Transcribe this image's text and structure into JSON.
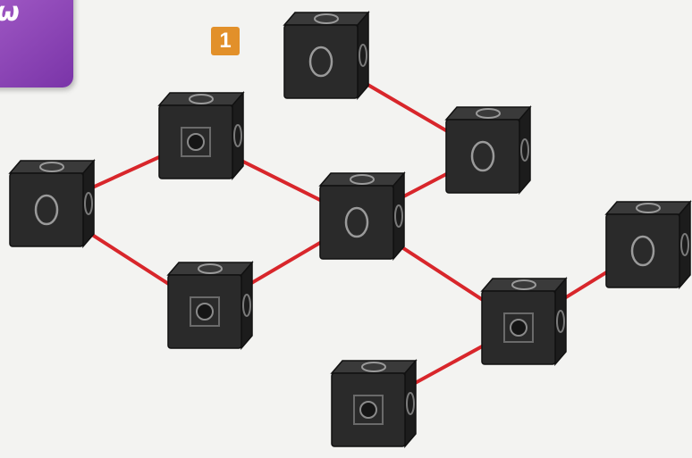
{
  "step": {
    "number": "1"
  },
  "colors": {
    "accent_tab": "#8a44b6",
    "badge": "#e2902a",
    "connector": "#d8262b",
    "cube_face": "#2a2a2a",
    "cube_top": "#3a3a3a",
    "cube_side": "#1c1c1c",
    "background": "#f3f3f1"
  },
  "cubes": [
    {
      "id": "cube-a",
      "detail": "round"
    },
    {
      "id": "cube-b",
      "detail": "cross"
    },
    {
      "id": "cube-c",
      "detail": "round"
    },
    {
      "id": "cube-d",
      "detail": "round"
    },
    {
      "id": "cube-e",
      "detail": "cross"
    },
    {
      "id": "cube-f",
      "detail": "round"
    },
    {
      "id": "cube-g",
      "detail": "cross"
    },
    {
      "id": "cube-h",
      "detail": "round"
    },
    {
      "id": "cube-i",
      "detail": "cross"
    }
  ],
  "connections": [
    [
      "cube-a",
      "cube-b"
    ],
    [
      "cube-a",
      "cube-e"
    ],
    [
      "cube-b",
      "cube-f"
    ],
    [
      "cube-c",
      "cube-d"
    ],
    [
      "cube-d",
      "cube-f"
    ],
    [
      "cube-e",
      "cube-f"
    ],
    [
      "cube-f",
      "cube-g"
    ],
    [
      "cube-g",
      "cube-h"
    ],
    [
      "cube-g",
      "cube-i"
    ]
  ]
}
